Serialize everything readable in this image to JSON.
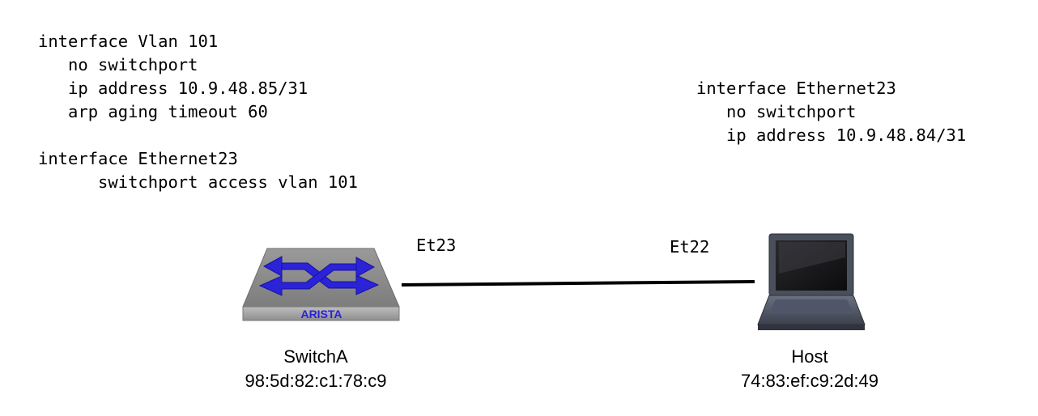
{
  "switch_config": {
    "lines": [
      "interface Vlan 101",
      "   no switchport",
      "   ip address 10.9.48.85/31",
      "   arp aging timeout 60",
      "",
      "interface Ethernet23",
      "      switchport access vlan 101"
    ]
  },
  "host_config": {
    "lines": [
      "interface Ethernet23",
      "   no switchport",
      "   ip address 10.9.48.84/31"
    ]
  },
  "link": {
    "port_a": "Et23",
    "port_b": "Et22"
  },
  "switch": {
    "name": "SwitchA",
    "mac": "98:5d:82:c1:78:c9",
    "logo_text": "ARISTA",
    "icon": "network-switch-icon"
  },
  "host": {
    "name": "Host",
    "mac": "74:83:ef:c9:2d:49",
    "icon": "laptop-icon"
  },
  "colors": {
    "switch_body": "#8a8a8a",
    "switch_arrows": "#2a23d8",
    "link": "#000000",
    "laptop_body": "#4a4f5c"
  }
}
